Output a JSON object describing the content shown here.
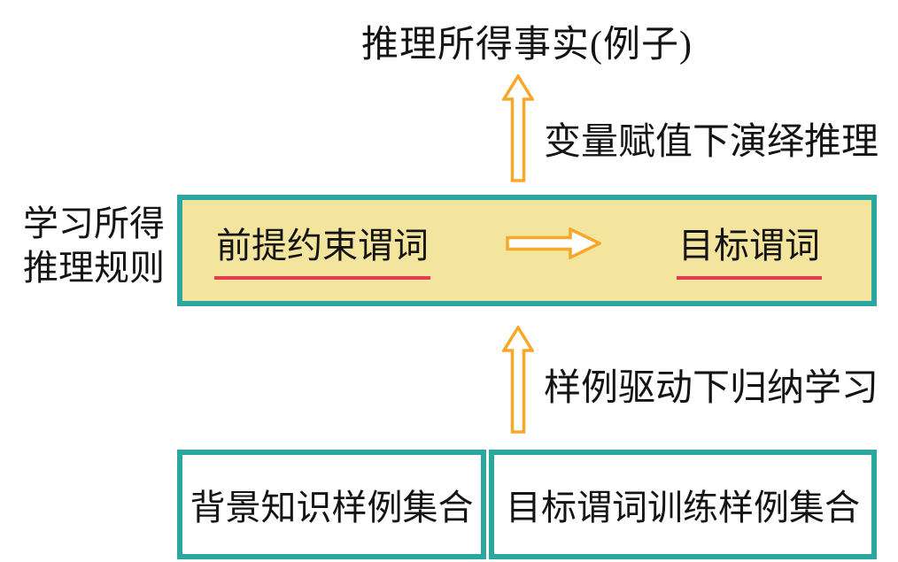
{
  "colors": {
    "teal_border": "#2ba7a1",
    "box_fill": "#f3e49e",
    "arrow_orange": "#f7a828",
    "underline_red": "#e83a50",
    "text": "#141414",
    "background": "#ffffff"
  },
  "top_fact": {
    "label": "推理所得事实(例子)"
  },
  "deduction": {
    "label": "变量赋值下演绎推理",
    "icon": "hollow-up-arrow"
  },
  "rule_box": {
    "side_label_line1": "学习所得",
    "side_label_line2": "推理规则",
    "premise_label": "前提约束谓词",
    "target_label": "目标谓词",
    "icon": "hollow-right-arrow"
  },
  "induction": {
    "label": "样例驱动下归纳学习",
    "icon": "hollow-up-arrow"
  },
  "example_sets": {
    "background_label": "背景知识样例集合",
    "target_training_label": "目标谓词训练样例集合"
  }
}
